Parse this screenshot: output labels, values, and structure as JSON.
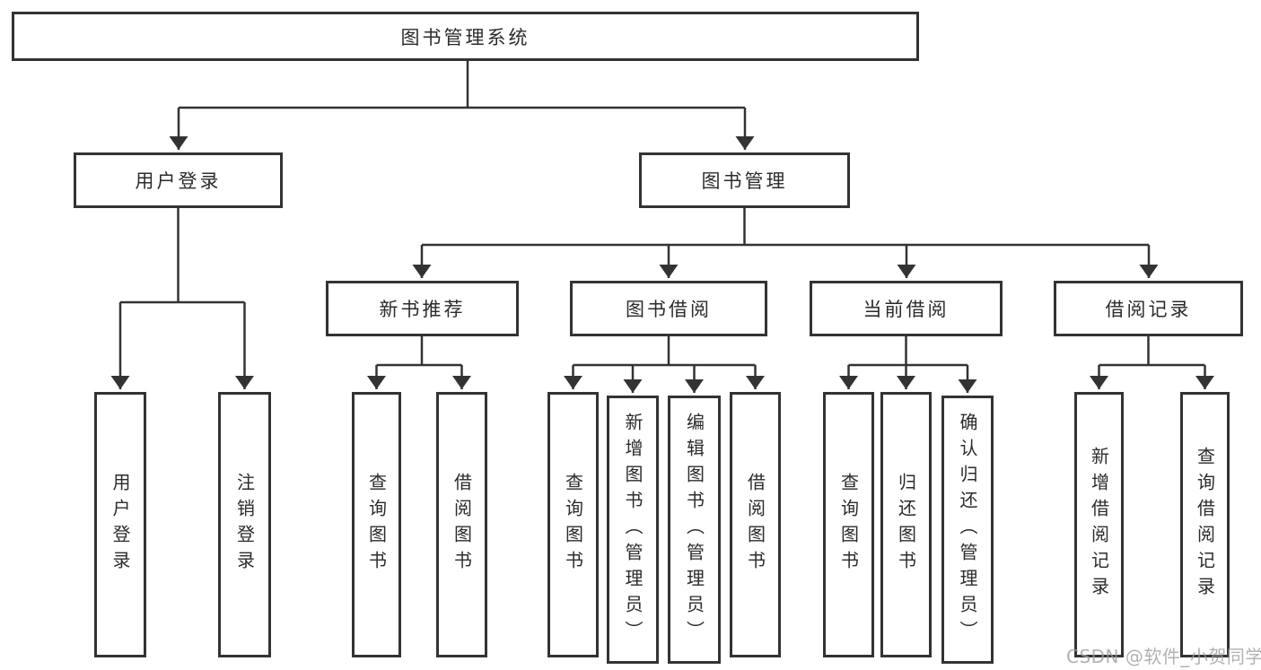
{
  "diagram": {
    "root_label": "图书管理系统",
    "branches": [
      {
        "label": "用户登录",
        "children": [
          {
            "label": "用户登录"
          },
          {
            "label": "注销登录"
          }
        ]
      },
      {
        "label": "图书管理",
        "sections": [
          {
            "label": "新书推荐",
            "children": [
              {
                "label": "查询图书"
              },
              {
                "label": "借阅图书"
              }
            ]
          },
          {
            "label": "图书借阅",
            "children": [
              {
                "label": "查询图书"
              },
              {
                "label": "新增图书（管理员）"
              },
              {
                "label": "编辑图书（管理员）"
              },
              {
                "label": "借阅图书"
              }
            ]
          },
          {
            "label": "当前借阅",
            "children": [
              {
                "label": "查询图书"
              },
              {
                "label": "归还图书"
              },
              {
                "label": "确认归还（管理员）"
              }
            ]
          },
          {
            "label": "借阅记录",
            "children": [
              {
                "label": "新增借阅记录"
              },
              {
                "label": "查询借阅记录"
              }
            ]
          }
        ]
      }
    ],
    "colors": {
      "line": "#333333",
      "box_border": "#333333",
      "box_fill": "#ffffff",
      "text": "#2b2b2b",
      "background": "#ffffff",
      "watermark": "#9e9e9e"
    }
  },
  "watermark": {
    "text": "CSDN @软件_小贺同学"
  }
}
